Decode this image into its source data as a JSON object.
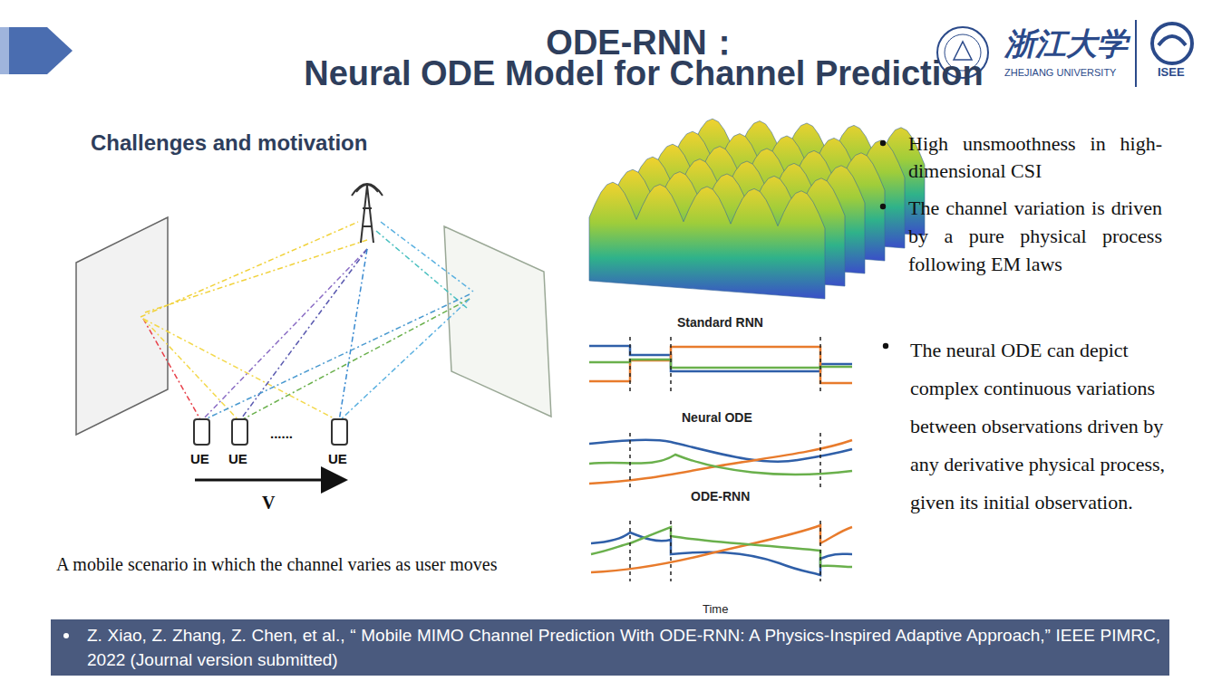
{
  "diagram": {
    "title": "ODE-RNN：",
    "nodes": [
      {
        "text": [
          "Z. Xiao, Z. Zhang, Z. Chen, et al., “ Mobile MIMO Channel Prediction With ODE-RNN: A Physics-Inspired Adaptive Approach,” IEEE PIMRC, 2022 (Journal version submitted)"
        ]
      }
    ],
    "labels": [
      "浙江大学",
      "ZHEJIANG UNIVERSITY",
      "ISEE",
      "Neural ODE Model for Channel Prediction",
      "Challenges and motivation",
      "UE",
      "UE",
      "......",
      "UE",
      "V",
      "A mobile scenario in which the channel varies as user moves",
      "Standard RNN",
      "Neural ODE",
      "ODE-RNN",
      "Time",
      "High unsmoothness in high-dimensional CSI",
      "The channel variation is driven by a pure physical process following EM laws",
      "The neural ODE can depict complex continuous variations between observations driven by any derivative physical process, given its initial observation."
    ]
  }
}
